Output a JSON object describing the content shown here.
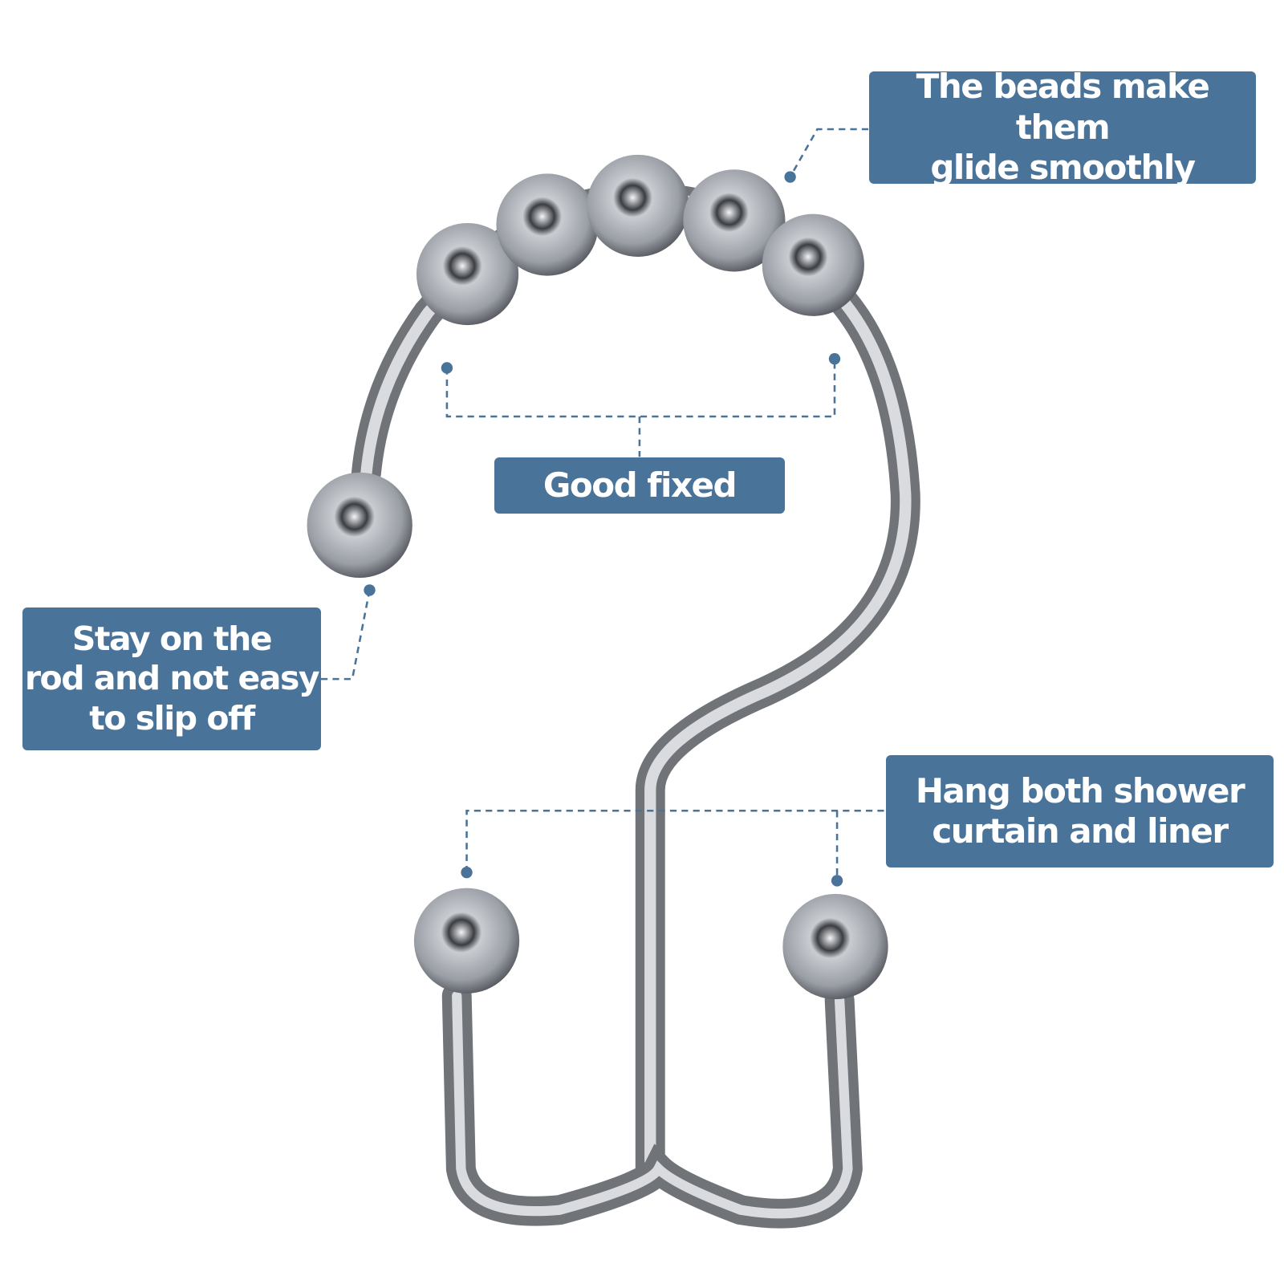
{
  "accent_color": "#4a7399",
  "callouts": {
    "beads": {
      "line1": "The beads make them",
      "line2": "glide smoothly"
    },
    "fixed": {
      "line1": "Good fixed"
    },
    "stay": {
      "line1": "Stay on the",
      "line2": "rod and not easy",
      "line3": "to slip off"
    },
    "hang": {
      "line1": "Hang both shower",
      "line2": "curtain and liner"
    }
  }
}
